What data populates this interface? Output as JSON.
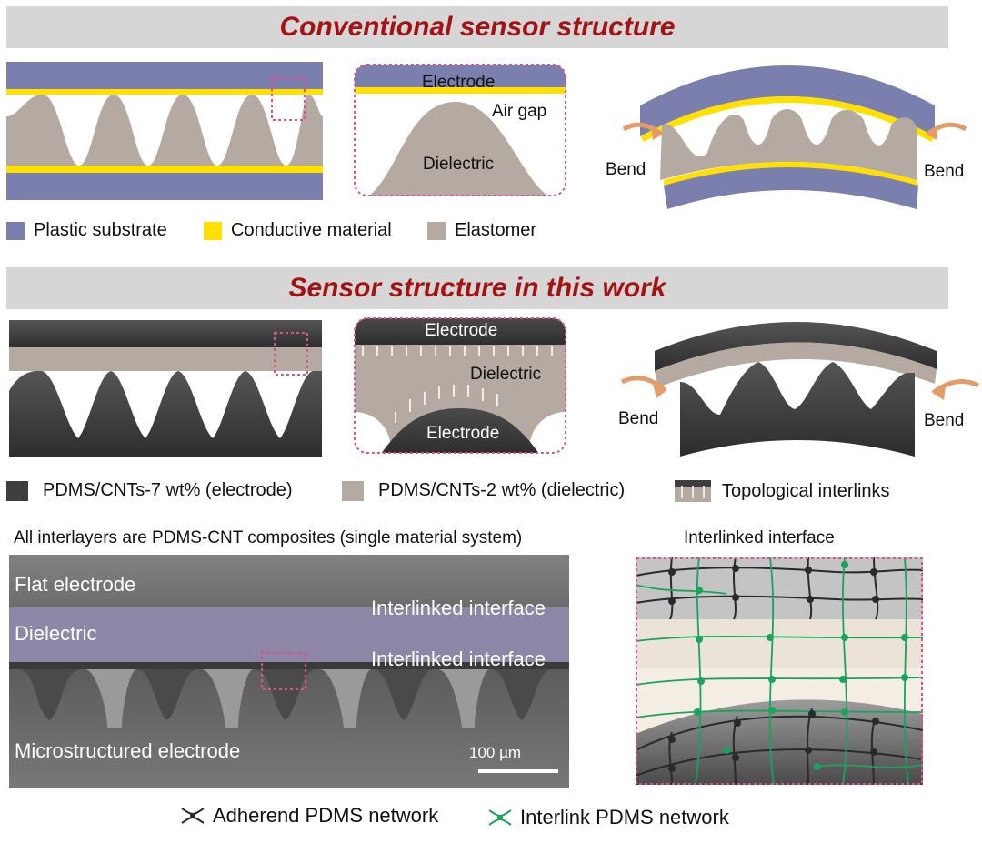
{
  "conventional": {
    "title": "Conventional sensor structure",
    "inset": {
      "electrode": "Electrode",
      "air_gap": "Air gap",
      "dielectric": "Dielectric"
    },
    "bend_left": "Bend",
    "bend_right": "Bend",
    "legend": [
      {
        "label": "Plastic substrate",
        "color": "#7b7fad"
      },
      {
        "label": "Conductive material",
        "color": "#ffe000"
      },
      {
        "label": "Elastomer",
        "color": "#b5aaa2"
      }
    ]
  },
  "this_work": {
    "title": "Sensor structure in this work",
    "inset": {
      "electrode_top": "Electrode",
      "dielectric": "Dielectric",
      "electrode_bottom": "Electrode"
    },
    "bend_left": "Bend",
    "bend_right": "Bend",
    "legend": [
      {
        "label": "PDMS/CNTs-7 wt% (electrode)",
        "color": "#3e3e3e"
      },
      {
        "label": "PDMS/CNTs-2 wt% (dielectric)",
        "color": "#b5aaa2"
      },
      {
        "label": "Topological interlinks",
        "color": "#8a8a8a"
      }
    ]
  },
  "sem": {
    "caption": "All interlayers are PDMS-CNT composites (single material system)",
    "flat_electrode": "Flat electrode",
    "dielectric": "Dielectric",
    "interface_1": "Interlinked interface",
    "interface_2": "Interlinked interface",
    "microstructured": "Microstructured electrode",
    "scale_bar": "100 µm"
  },
  "network": {
    "title": "Interlinked interface",
    "legend_adherend": "Adherend PDMS network",
    "legend_interlink": "Interlink PDMS network",
    "adherend_color": "#2a2a2a",
    "interlink_color": "#1aa35a"
  }
}
